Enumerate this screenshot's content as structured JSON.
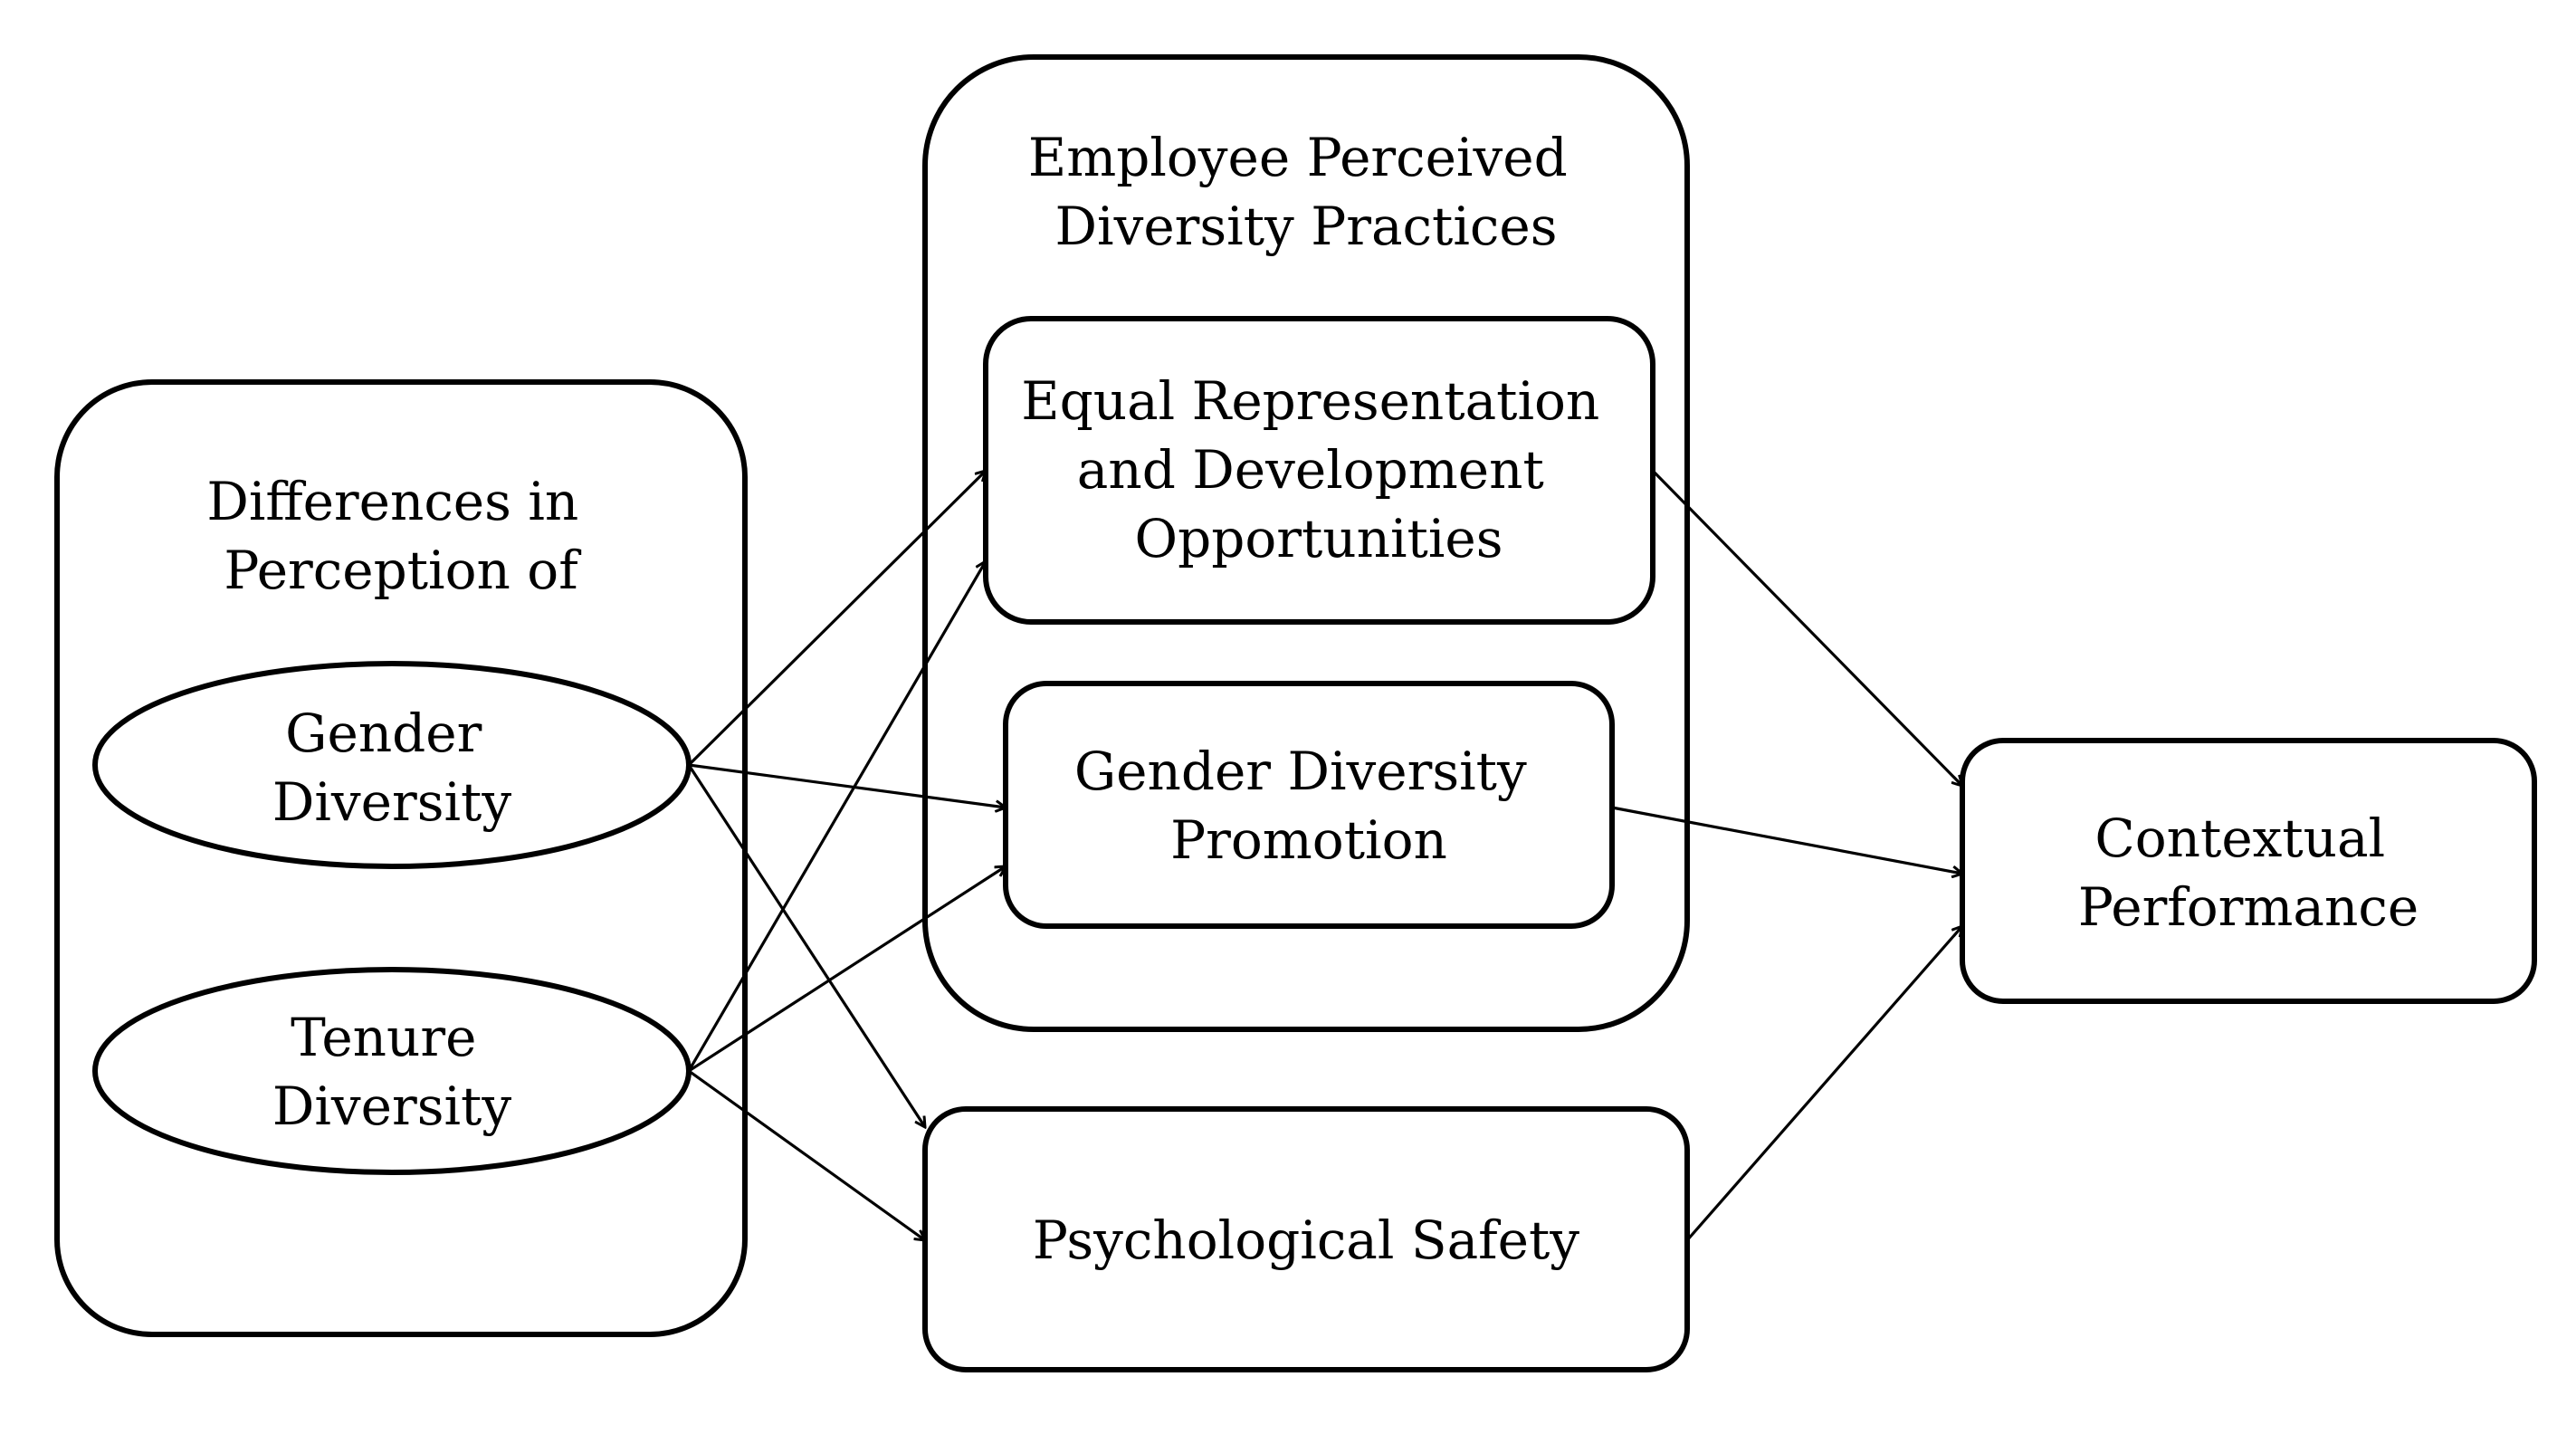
{
  "nodes": {
    "perception_group": {
      "lines": [
        "Differences in",
        "Perception of"
      ]
    },
    "gender_diversity": {
      "lines": [
        "Gender",
        "Diversity"
      ]
    },
    "tenure_diversity": {
      "lines": [
        "Tenure",
        "Diversity"
      ]
    },
    "practices_group": {
      "lines": [
        "Employee Perceived",
        "Diversity Practices"
      ]
    },
    "equal_representation": {
      "lines": [
        "Equal Representation",
        "and Development",
        "Opportunities"
      ]
    },
    "gender_diversity_promotion": {
      "lines": [
        "Gender Diversity",
        "Promotion"
      ]
    },
    "psychological_safety": {
      "lines": [
        "Psychological Safety"
      ]
    },
    "contextual_performance": {
      "lines": [
        "Contextual",
        "Performance"
      ]
    }
  },
  "edges": [
    {
      "from": "gender_diversity",
      "to": "equal_representation"
    },
    {
      "from": "gender_diversity",
      "to": "gender_diversity_promotion"
    },
    {
      "from": "gender_diversity",
      "to": "psychological_safety"
    },
    {
      "from": "tenure_diversity",
      "to": "equal_representation"
    },
    {
      "from": "tenure_diversity",
      "to": "gender_diversity_promotion"
    },
    {
      "from": "tenure_diversity",
      "to": "psychological_safety"
    },
    {
      "from": "equal_representation",
      "to": "contextual_performance"
    },
    {
      "from": "gender_diversity_promotion",
      "to": "contextual_performance"
    },
    {
      "from": "psychological_safety",
      "to": "contextual_performance"
    }
  ]
}
